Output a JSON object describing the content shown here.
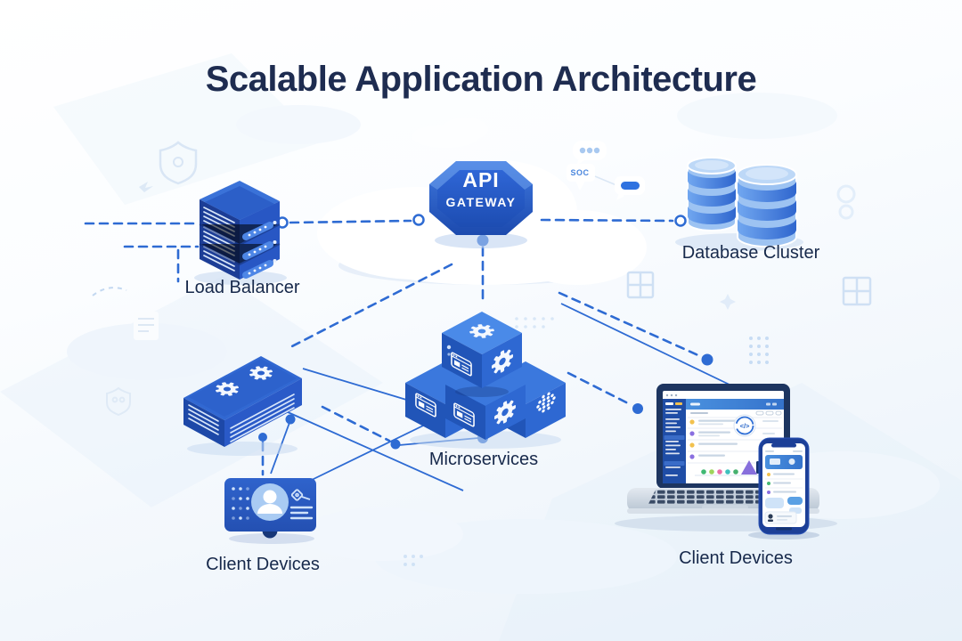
{
  "title": "Scalable Application Architecture",
  "nodes": {
    "api_gateway": {
      "label_line1": "API",
      "label_line2": "GATEWAY"
    },
    "load_balancer": {
      "label": "Load Balancer"
    },
    "database_cluster": {
      "label": "Database Cluster"
    },
    "microservices": {
      "label": "Microservices"
    },
    "client_devices_left": {
      "label": "Client Devices"
    },
    "client_devices_right": {
      "label": "Client Devices"
    }
  },
  "decor": {
    "soc_badge_text": "SOC"
  },
  "colors": {
    "title_text": "#1e2c50",
    "label_text": "#17294b",
    "line_blue": "#2e6bd3",
    "gateway_blue": "#2457c5",
    "cube_blue": "#2a5ac8",
    "server_navy": "#1c3d96",
    "database_blue": "#4583e2",
    "background_tint": "#eaf2fa"
  }
}
